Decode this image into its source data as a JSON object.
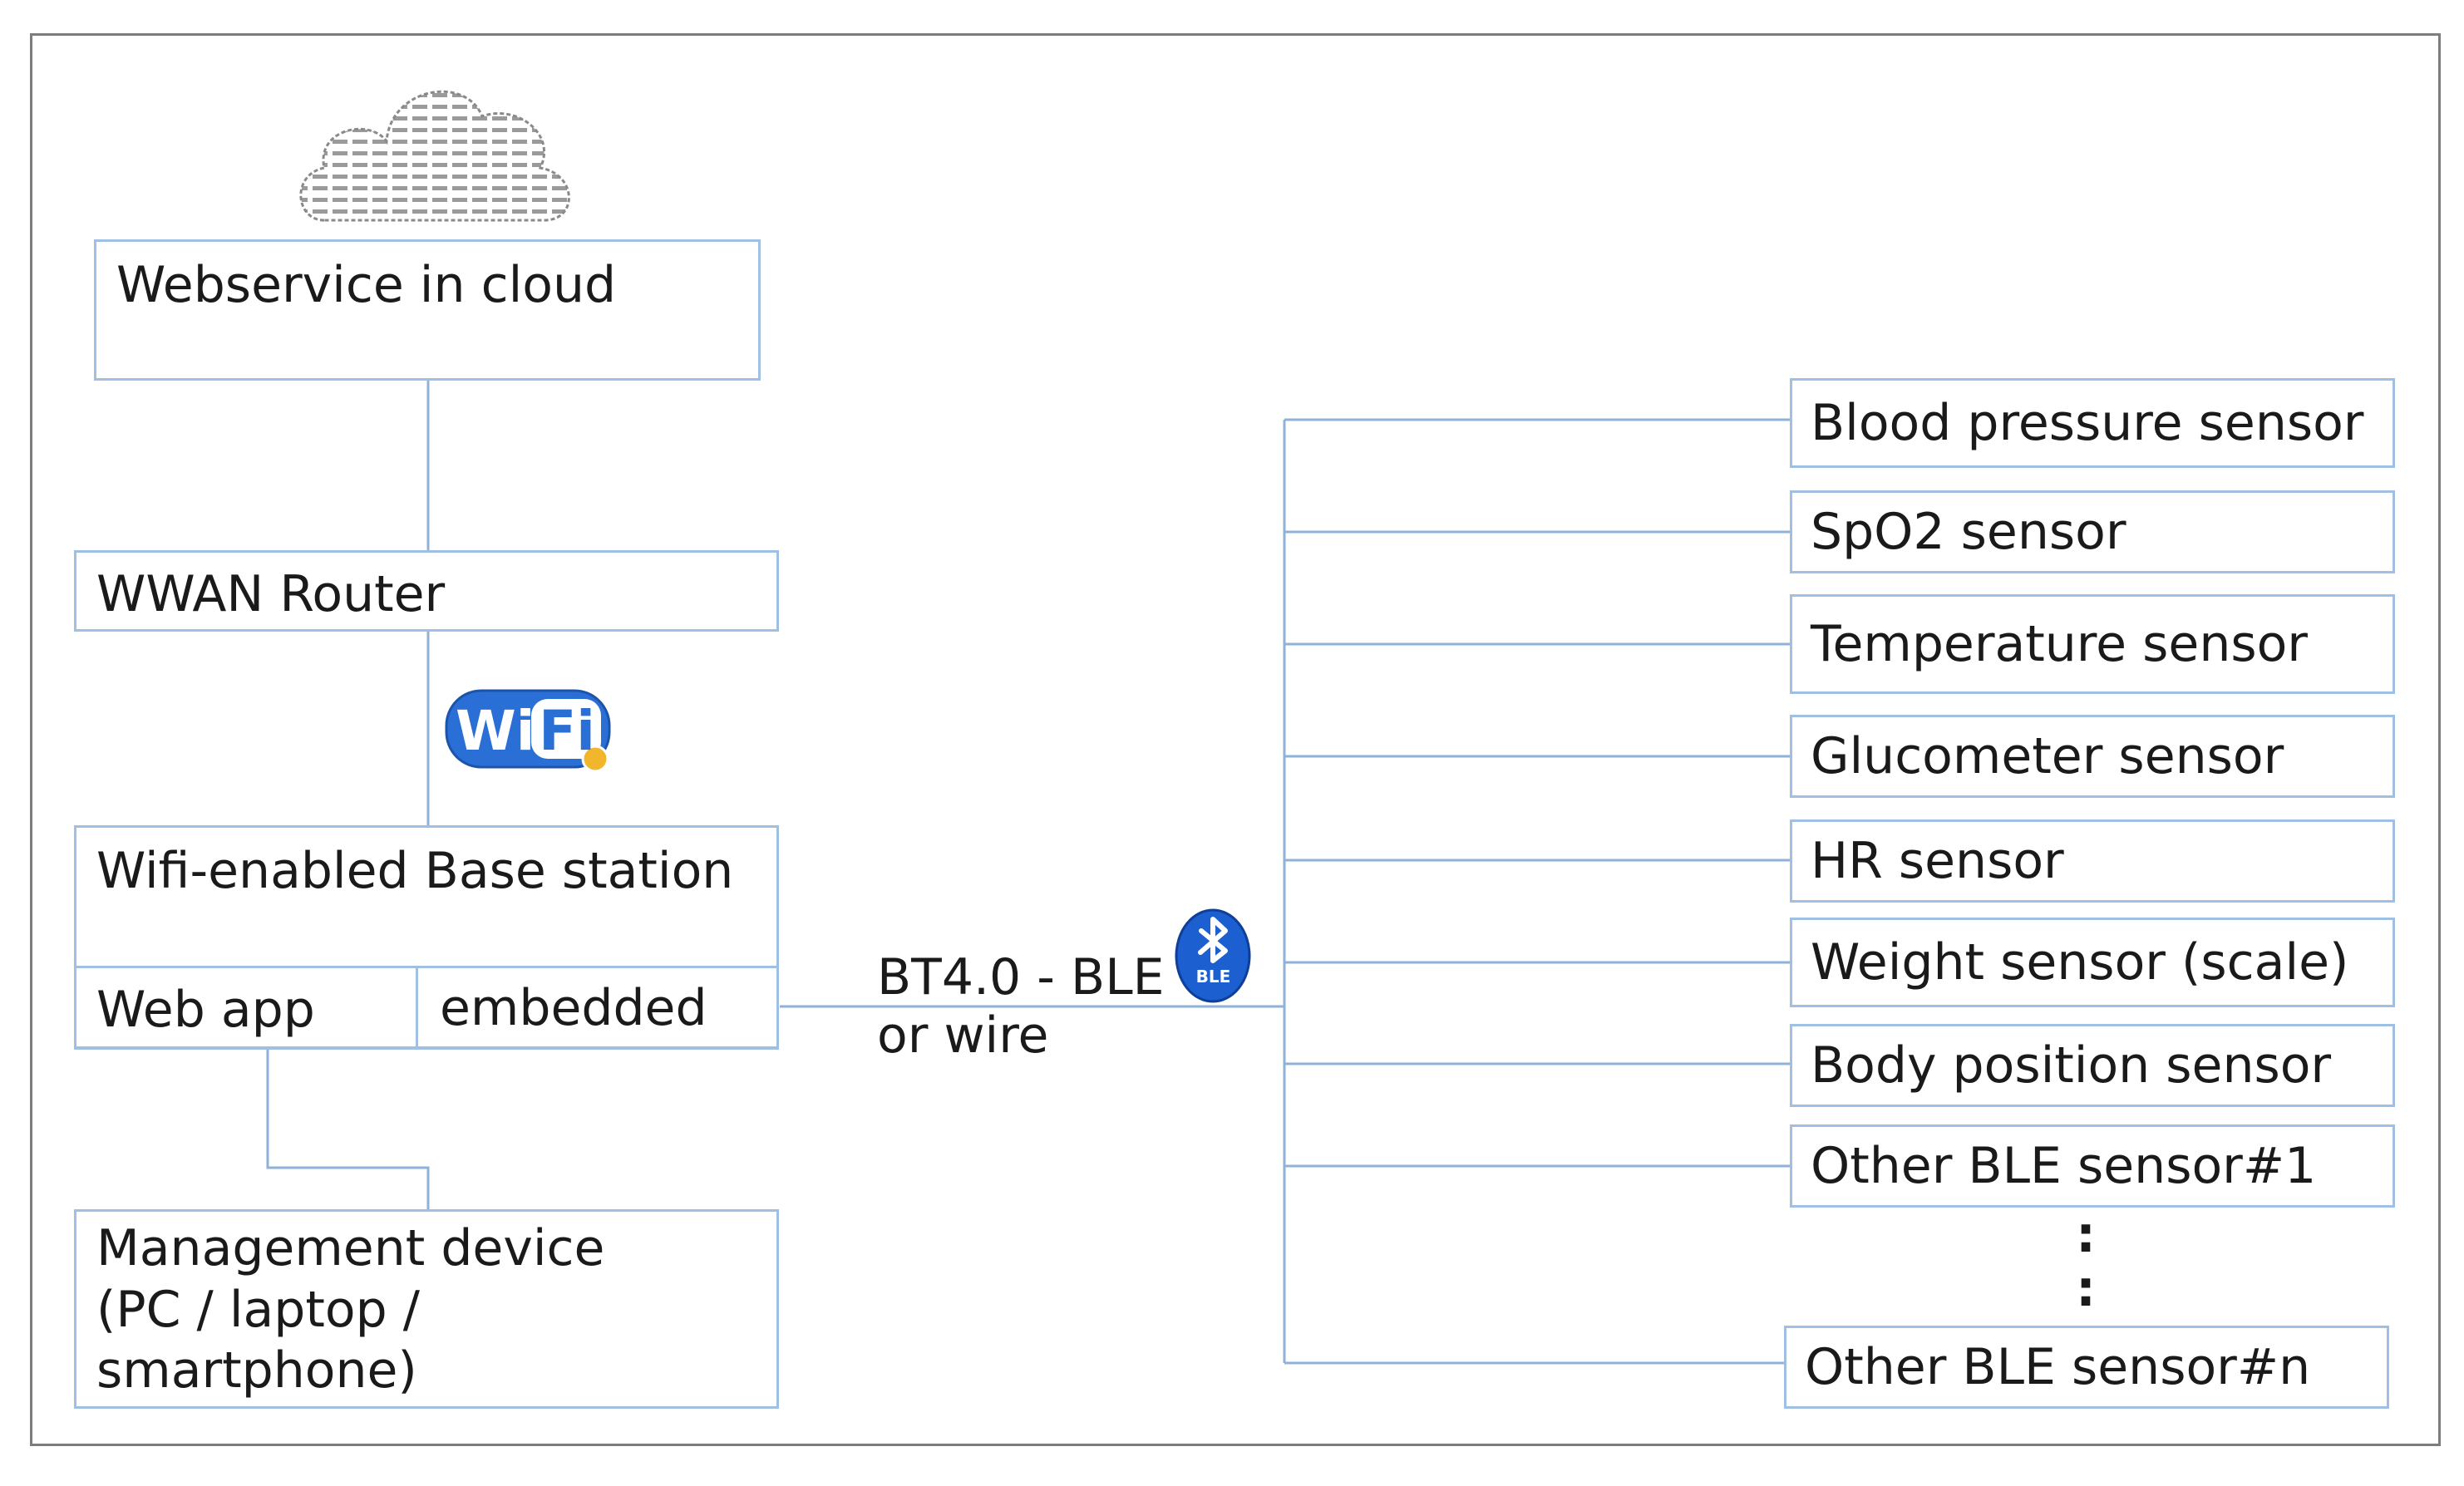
{
  "cloud": {
    "icon": "cloud-icon"
  },
  "nodes": {
    "webservice": "Webservice in cloud",
    "router": "WWAN Router",
    "base_station": "Wifi-enabled Base station",
    "web_app": "Web app",
    "embedded": "embedded",
    "management_device": [
      "Management device",
      "(PC / laptop /",
      "smartphone)"
    ]
  },
  "wifi": {
    "icon": "wifi-logo-icon",
    "text": "WiFi"
  },
  "link": {
    "line1": "BT4.0 - BLE",
    "line2": "or wire",
    "icon": "bluetooth-ble-icon",
    "badge": "BLE"
  },
  "sensors": [
    "Blood pressure sensor",
    "SpO2 sensor",
    "Temperature sensor",
    "Glucometer sensor",
    "HR sensor",
    "Weight sensor (scale)",
    "Body position sensor",
    "Other BLE sensor#1",
    "Other BLE sensor#n"
  ],
  "ellipsis": ":",
  "colors": {
    "box_border": "#9fc0e2",
    "wire": "#8fb2d8",
    "wifi_blue": "#2a6fd6",
    "ble_blue": "#1b5fd0"
  }
}
